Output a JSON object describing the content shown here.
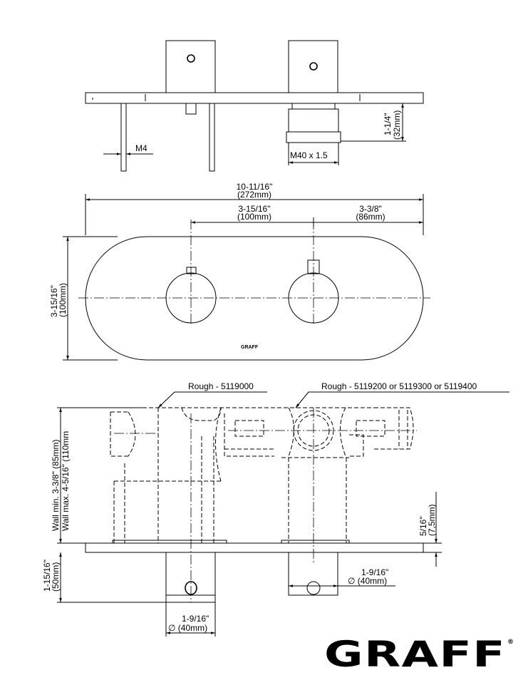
{
  "top_view": {
    "m4_label": "M4",
    "thread_label": "M40 x 1.5",
    "depth_in": "1-1/4\"",
    "depth_mm": "(32mm)"
  },
  "front_view": {
    "overall_width_in": "10-11/16\"",
    "overall_width_mm": "(272mm)",
    "center_spacing_in": "3-15/16\"",
    "center_spacing_mm": "(100mm)",
    "edge_offset_in": "3-3/8\"",
    "edge_offset_mm": "(86mm)",
    "height_in": "3-15/16\"",
    "height_mm": "(100mm)",
    "plate_logo": "GRAFF"
  },
  "side_view": {
    "rough_left": "Rough - 5119000",
    "rough_right": "Rough - 5119200 or 5119300 or 5119400",
    "wall_min": "Wall min. 3-3/8\" (85mm)",
    "wall_max": "Wall max. 4-5/16\" (110mm",
    "plate_thickness_in": "5/16\"",
    "plate_thickness_mm": "(7,5mm)",
    "handle_depth_in": "1-15/16\"",
    "handle_depth_mm": "(50mm)",
    "handle_dia_left_in": "1-9/16\"",
    "handle_dia_left_mm": "∅ (40mm)",
    "handle_dia_right_in": "1-9/16\"",
    "handle_dia_right_mm": "∅ (40mm)"
  },
  "brand": {
    "logo": "GRAFF",
    "registered": "®"
  }
}
